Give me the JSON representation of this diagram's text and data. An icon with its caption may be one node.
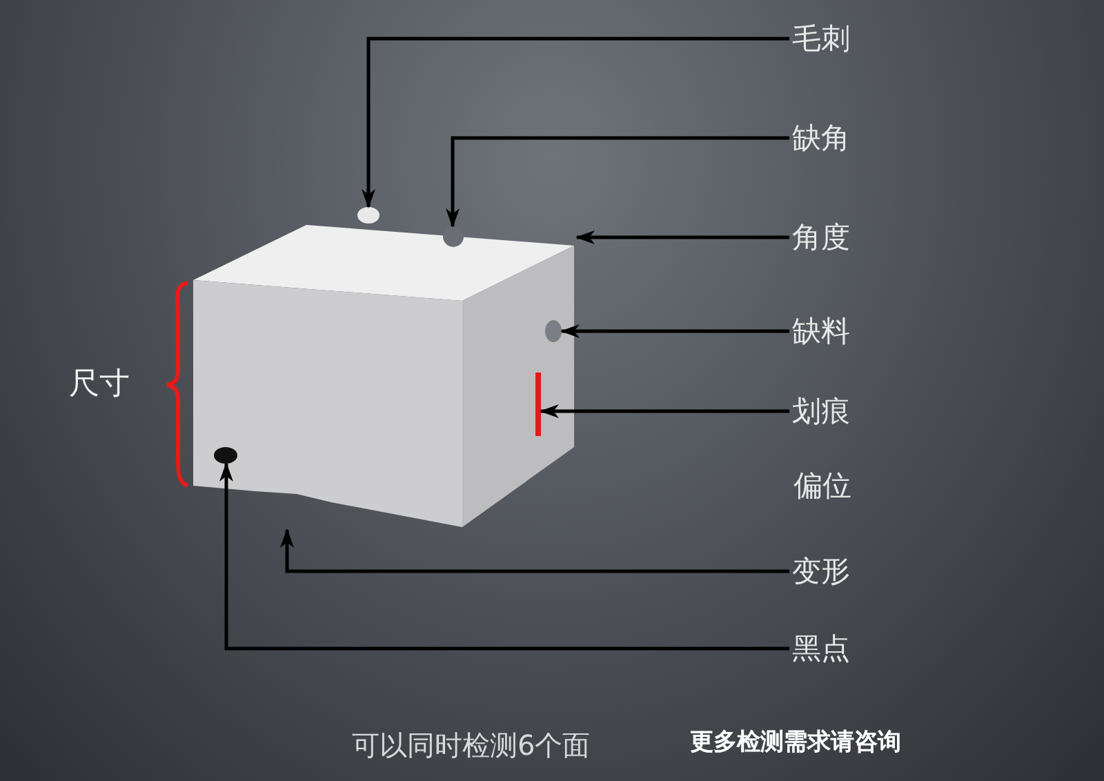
{
  "diagram": {
    "nodes": [
      {
        "text": [
          "毛刺"
        ]
      },
      {
        "text": [
          "缺角"
        ]
      },
      {
        "text": [
          "角度"
        ]
      },
      {
        "text": [
          "缺料"
        ]
      },
      {
        "text": [
          "划痕"
        ]
      },
      {
        "text": [
          "变形"
        ]
      },
      {
        "text": [
          "黑点"
        ]
      },
      {
        "text": [],
        "shape": "picture"
      },
      {
        "text": [],
        "shape": "circle"
      },
      {
        "text": [],
        "shape": "circle"
      },
      {
        "text": [],
        "shape": "circle"
      },
      {
        "text": [],
        "shape": "bar"
      },
      {
        "text": [],
        "shape": "circle",
        "in": 7
      }
    ],
    "edges": [
      {
        "from": 0,
        "to": 8,
        "arrow": "to"
      },
      {
        "from": 1,
        "to": 9,
        "arrow": "to"
      },
      {
        "from": 2,
        "to": 7,
        "arrow": "to"
      },
      {
        "from": 3,
        "to": 10,
        "arrow": "to"
      },
      {
        "from": 4,
        "to": 11,
        "arrow": "to"
      },
      {
        "from": 5,
        "to": 7,
        "arrow": "to"
      },
      {
        "from": 6,
        "to": 12,
        "arrow": "to"
      }
    ],
    "labels": [
      "偏位",
      "尺寸",
      "可以同时检测6个面",
      "更多检测需求请咨询"
    ]
  }
}
